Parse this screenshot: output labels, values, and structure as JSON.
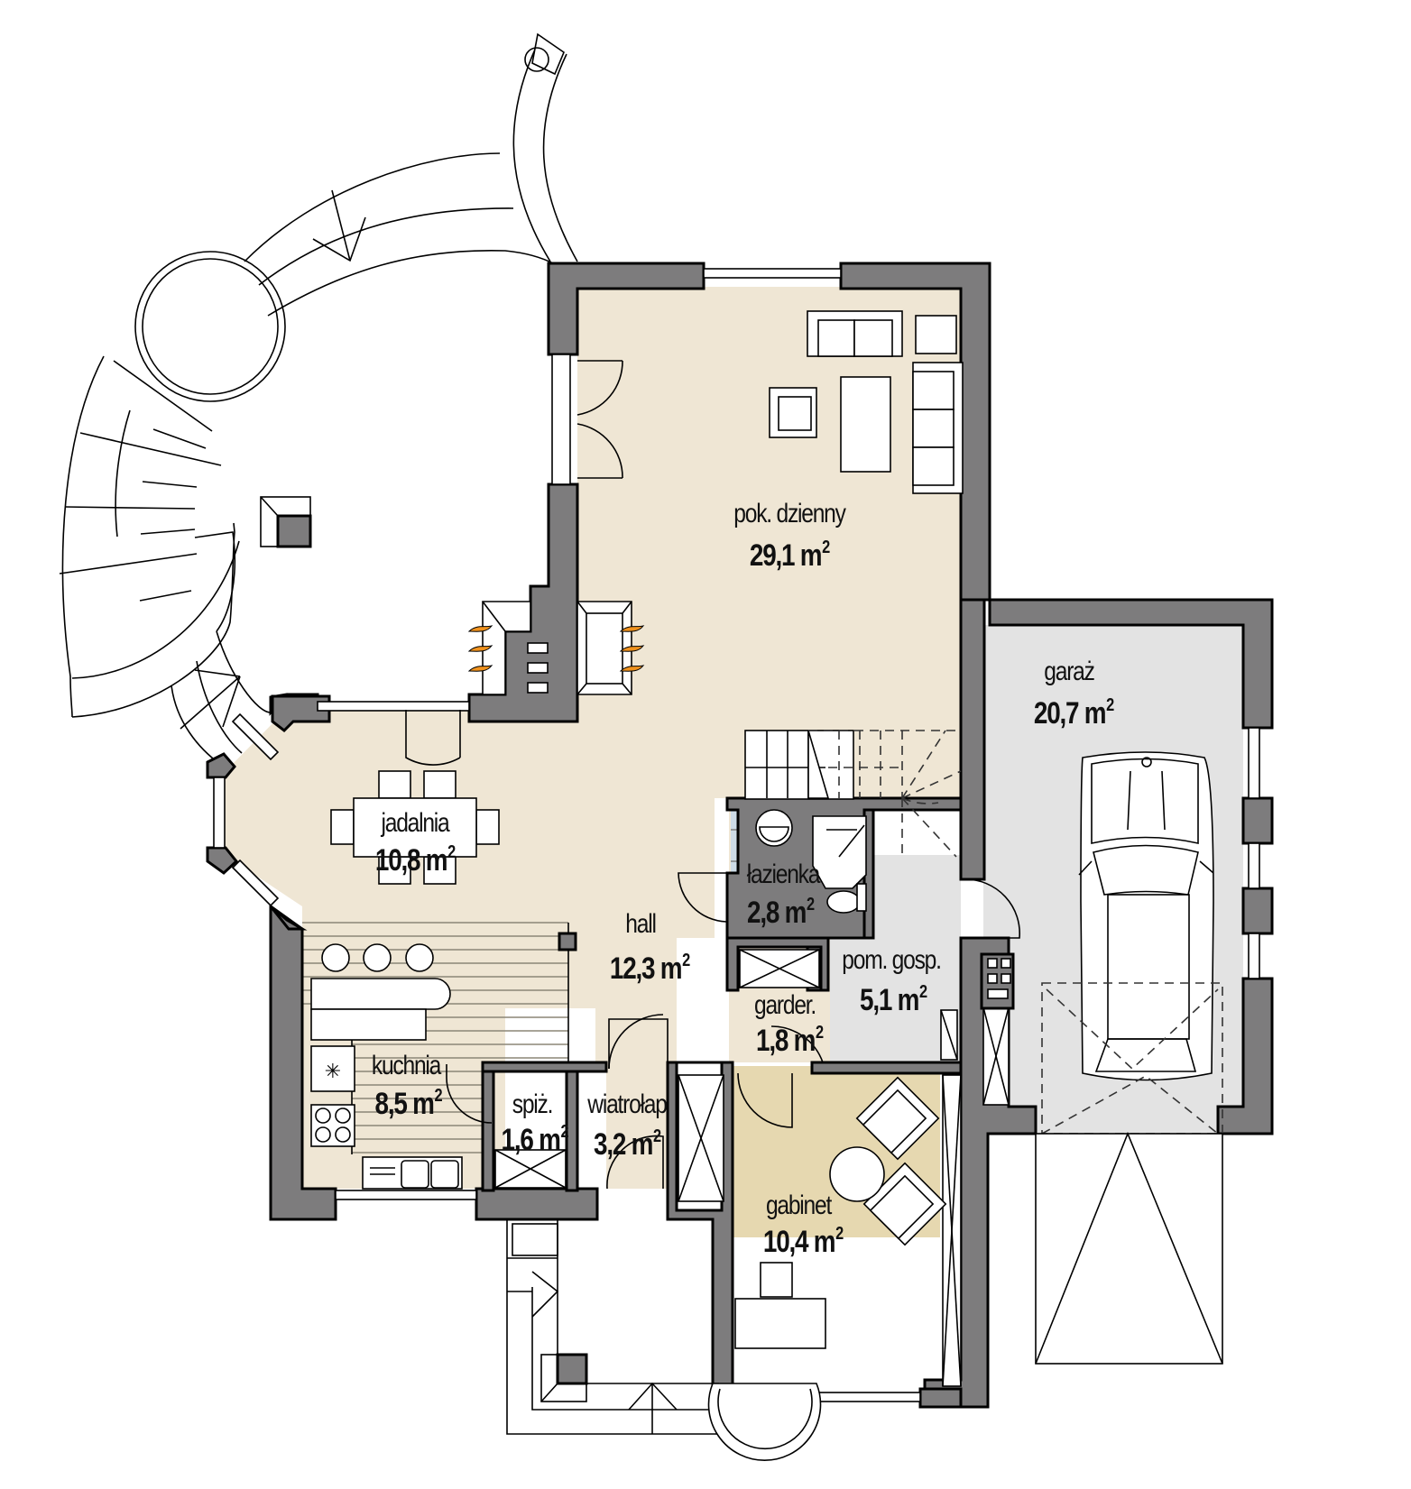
{
  "plan": {
    "title": "Floor plan - ground floor",
    "area_unit": "m",
    "area_unit_exponent": "2",
    "colors": {
      "wall": "#7d7c7d",
      "living_floor": "#efe6d4",
      "office_floor": "#e6d8b0",
      "bathroom_tiles": "#cddbe6",
      "utility_garage_floor": "#e3e3e3",
      "fire_flame": "#f0921e",
      "outline": "#000000"
    },
    "rooms": [
      {
        "id": "living",
        "name": "pok. dzienny",
        "area": "29,1"
      },
      {
        "id": "garage",
        "name": "garaż",
        "area": "20,7"
      },
      {
        "id": "dining",
        "name": "jadalnia",
        "area": "10,8"
      },
      {
        "id": "bathroom",
        "name": "łazienka",
        "area": "2,8"
      },
      {
        "id": "hall",
        "name": "hall",
        "area": "12,3"
      },
      {
        "id": "utility",
        "name": "pom. gosp.",
        "area": "5,1"
      },
      {
        "id": "wardrobe",
        "name": "garder.",
        "area": "1,8"
      },
      {
        "id": "kitchen",
        "name": "kuchnia",
        "area": "8,5"
      },
      {
        "id": "pantry",
        "name": "spiż.",
        "area": "1,6"
      },
      {
        "id": "vestibule",
        "name": "wiatrołap",
        "area": "3,2"
      },
      {
        "id": "office",
        "name": "gabinet",
        "area": "10,4"
      }
    ],
    "icons": [
      "fireplace-icon",
      "car-icon",
      "sofa-icon",
      "armchair-icon",
      "dining-table-icon",
      "staircase-icon",
      "toilet-icon",
      "shower-icon",
      "sink-icon",
      "stove-icon",
      "boiler-icon",
      "wardrobe-icon",
      "terrace-stairs-icon",
      "column-icon"
    ]
  }
}
